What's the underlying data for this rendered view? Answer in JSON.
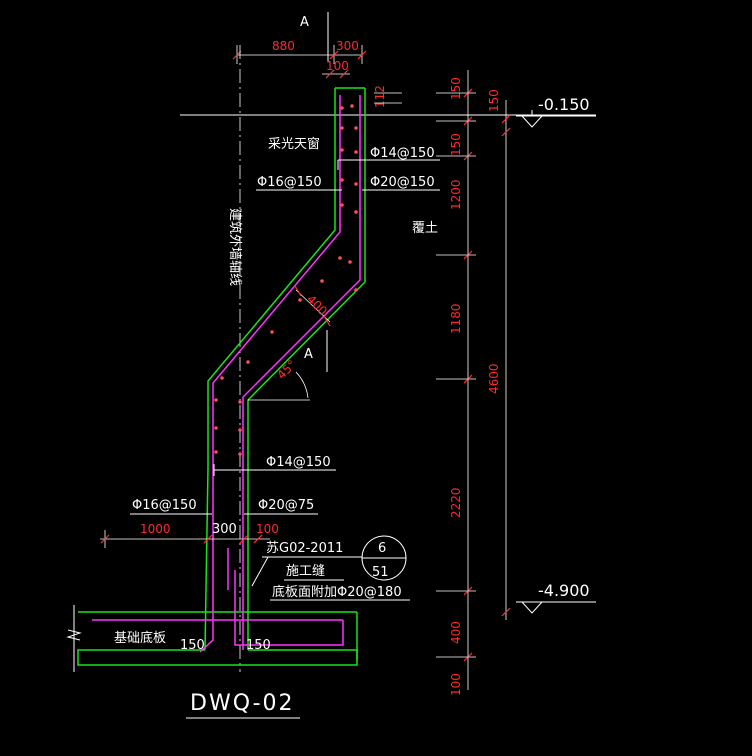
{
  "drawing": {
    "title": "DWQ-02",
    "section_mark": "A",
    "labels": {
      "skylight": "采光天窗",
      "axis_line": "建筑外墙轴线",
      "backfill": "覆土",
      "base_slab": "基础底板",
      "construction_joint": "施工缝",
      "slab_extra_rebar": "底板面附加Φ20@180",
      "standard_ref": "苏G02-2011",
      "detail_number": "6",
      "sheet_number": "51"
    },
    "rebar": {
      "top_horizontal": "Φ14@150",
      "top_vertical_inner": "Φ16@150",
      "top_vertical_outer": "Φ20@150",
      "bottom_horizontal": "Φ14@150",
      "bottom_vertical_inner": "Φ16@150",
      "bottom_vertical_outer": "Φ20@75"
    },
    "dims_top": {
      "d880": "880",
      "d300": "300",
      "d100": "100",
      "d112": "112"
    },
    "dims_bottom": {
      "d1000": "1000",
      "d300": "300",
      "d100": "100",
      "d150_left": "150",
      "d150_right": "150"
    },
    "dims_slope": {
      "thickness": "400",
      "angle": "45°"
    },
    "levels": {
      "top": "-0.150",
      "bottom": "-4.900"
    },
    "dims_left_col": [
      "150",
      "150",
      "1200",
      "1180",
      "2220",
      "400",
      "100"
    ],
    "dims_right_col": {
      "upper": "150",
      "total": "4600"
    }
  }
}
